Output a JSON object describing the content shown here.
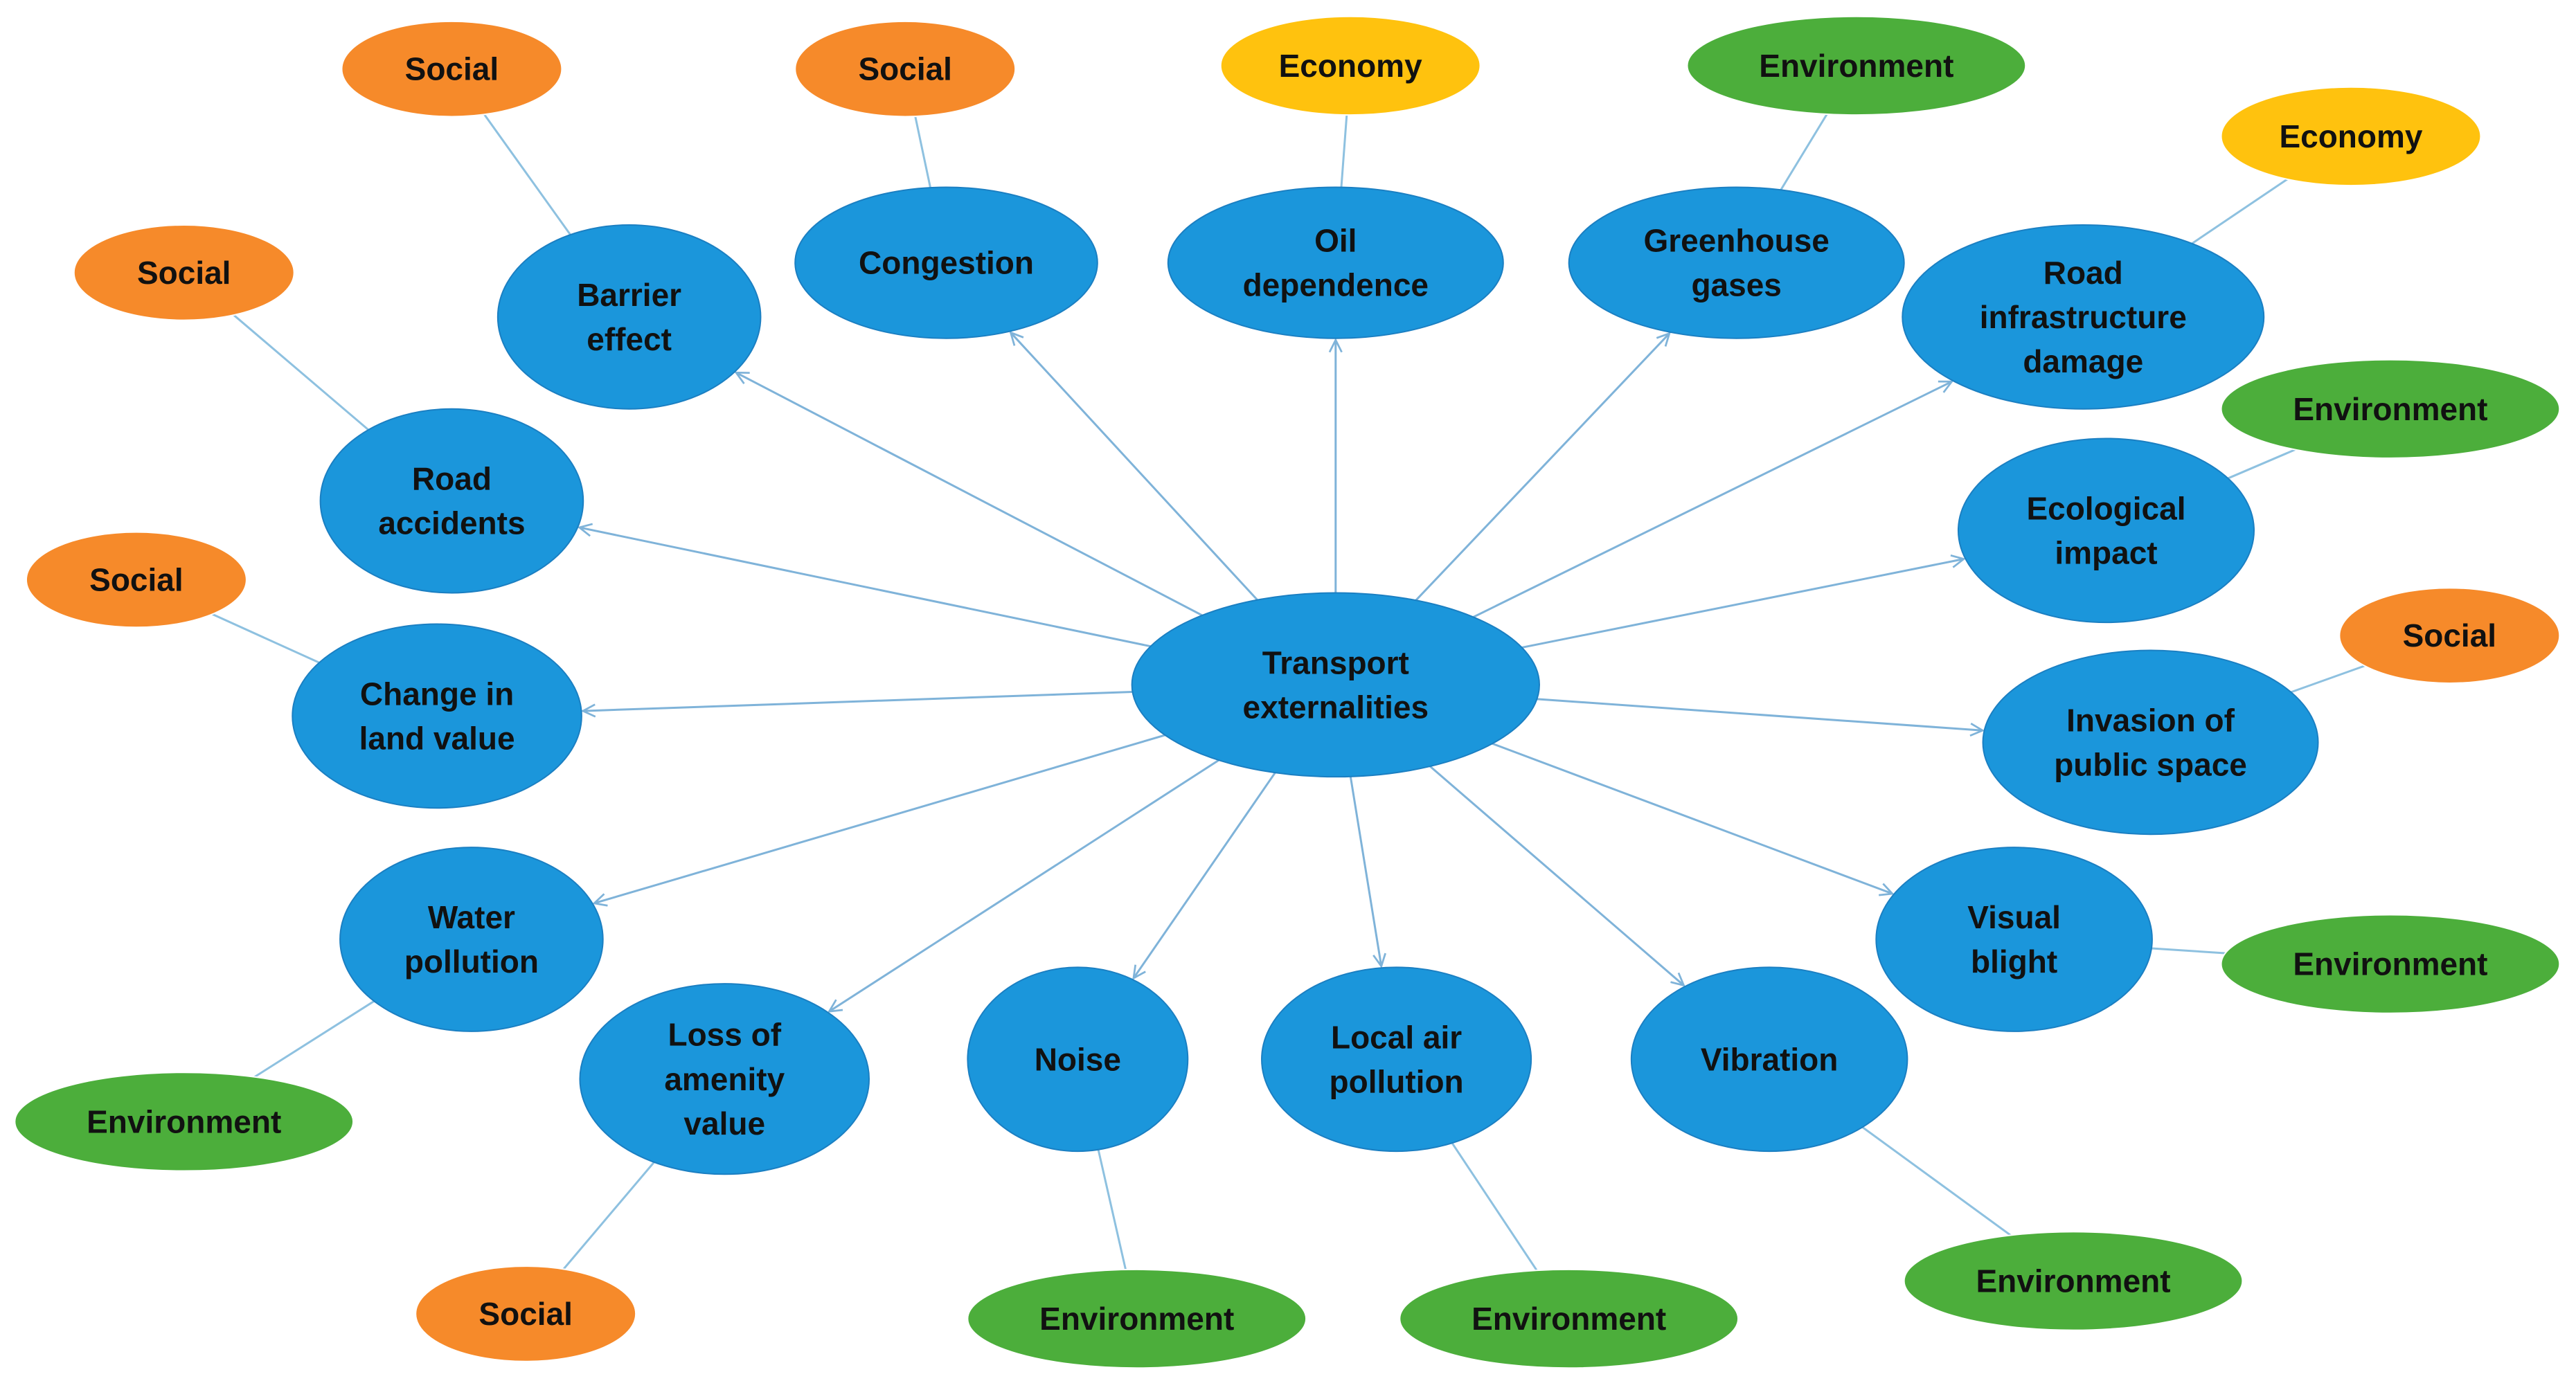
{
  "colors": {
    "node": "#1b96db",
    "node_border": "#1b7fc2",
    "Social": "#f68a2a",
    "Economy": "#ffc20e",
    "Environment": "#4cae3b",
    "arrow": "#7fb3d9"
  },
  "center": {
    "label": "Transport\nexternalities"
  },
  "nodes": [
    {
      "id": "barrier-effect",
      "label": "Barrier\neffect",
      "tag": "Social"
    },
    {
      "id": "congestion",
      "label": "Congestion",
      "tag": "Social"
    },
    {
      "id": "oil-dependence",
      "label": "Oil\ndependence",
      "tag": "Economy"
    },
    {
      "id": "greenhouse-gases",
      "label": "Greenhouse\ngases",
      "tag": "Environment"
    },
    {
      "id": "road-infrastructure-damage",
      "label": "Road\ninfrastructure\ndamage",
      "tag": "Economy"
    },
    {
      "id": "ecological-impact",
      "label": "Ecological\nimpact",
      "tag": "Environment"
    },
    {
      "id": "invasion-of-public-space",
      "label": "Invasion of\npublic space",
      "tag": "Social"
    },
    {
      "id": "visual-blight",
      "label": "Visual\nblight",
      "tag": "Environment"
    },
    {
      "id": "vibration",
      "label": "Vibration",
      "tag": "Environment"
    },
    {
      "id": "local-air-pollution",
      "label": "Local air\npollution",
      "tag": "Environment"
    },
    {
      "id": "noise",
      "label": "Noise",
      "tag": "Environment"
    },
    {
      "id": "loss-of-amenity-value",
      "label": "Loss of\namenity\nvalue",
      "tag": "Social"
    },
    {
      "id": "water-pollution",
      "label": "Water\npollution",
      "tag": "Environment"
    },
    {
      "id": "change-in-land-value",
      "label": "Change in\nland value",
      "tag": "Social"
    },
    {
      "id": "road-accidents",
      "label": "Road\naccidents",
      "tag": "Social"
    }
  ]
}
